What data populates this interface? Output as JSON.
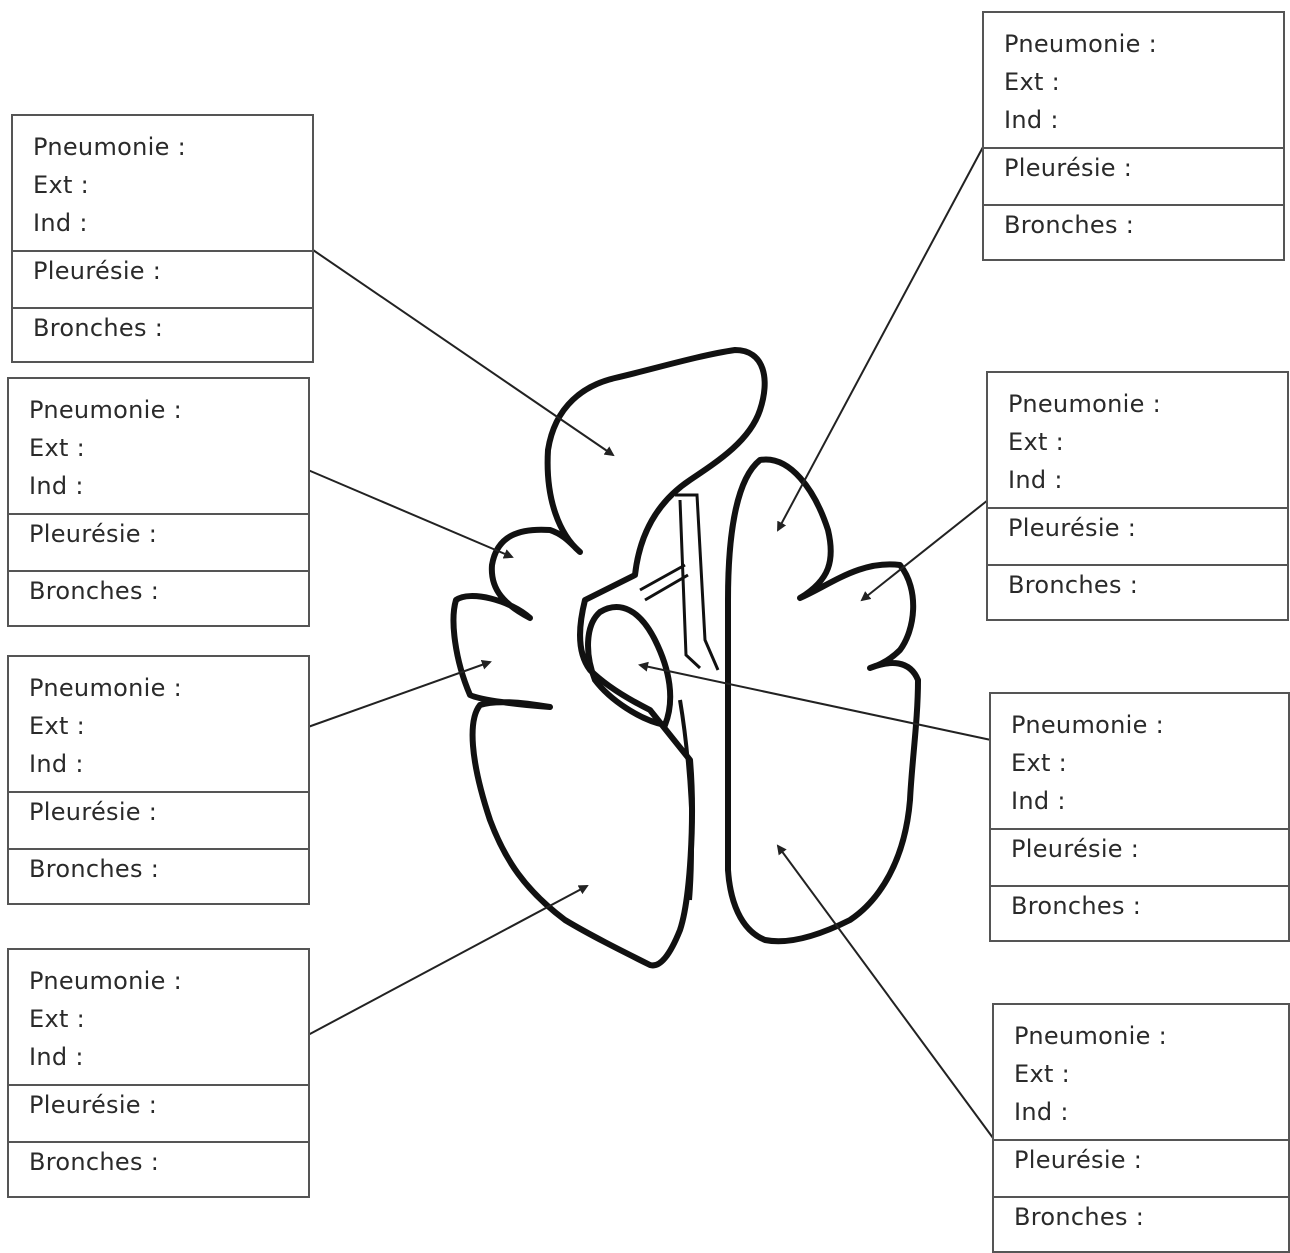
{
  "labels": {
    "pneumonie": "Pneumonie :",
    "ext": "Ext :",
    "ind": "Ind :",
    "pleuresie": "Pleurésie :",
    "bronches": "Bronches :"
  },
  "colors": {
    "outline": "#111111",
    "box_border": "#555555",
    "text": "#2a2a2a"
  }
}
